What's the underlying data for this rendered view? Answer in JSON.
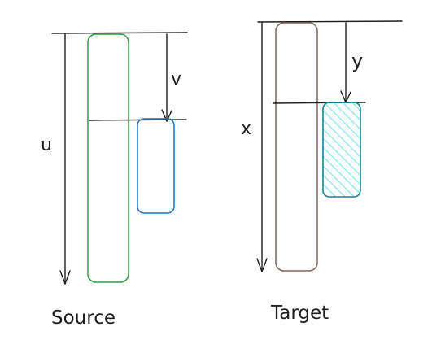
{
  "source": {
    "label": "Source",
    "u_label": "u",
    "v_label": "v",
    "outer_color": "#2f9e44",
    "inner_color": "#1971c2"
  },
  "target": {
    "label": "Target",
    "x_label": "x",
    "y_label": "y",
    "outer_color": "#846358",
    "inner_color": "#0c8599",
    "hatch_color": "#99e9f2"
  },
  "line_color": "#1e1e1e"
}
